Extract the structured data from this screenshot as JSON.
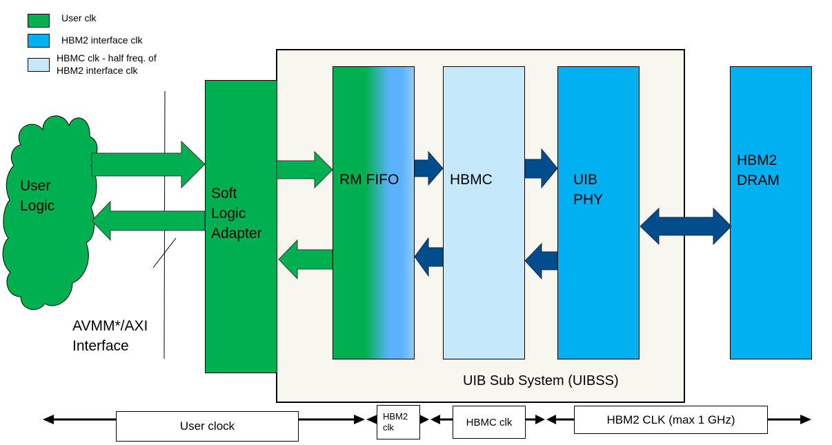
{
  "colors": {
    "user_clk": "#00B050",
    "hbm2_interface_clk": "#00B0F0",
    "hbmc_clk": "#C5E9FB",
    "arrow_dark": "#004C8C",
    "subsystem_bg": "#F8F7EF"
  },
  "legend": [
    {
      "label": "User clk",
      "color_key": "user_clk"
    },
    {
      "label": "HBM2  interface  clk",
      "color_key": "hbm2_interface_clk"
    },
    {
      "label": "HBMC clk - half freq. of\nHBM2 interface clk",
      "color_key": "hbmc_clk"
    }
  ],
  "blocks": {
    "user_logic": "User\nLogic",
    "soft_logic_adapter": "Soft\nLogic\nAdapter",
    "rm_fifo": "RM FIFO",
    "hbmc": "HBMC",
    "uib_phy": "UIB\nPHY",
    "hbm2_dram": "HBM2\nDRAM",
    "uib_subsystem": "UIB Sub System (UIBSS)"
  },
  "interface_label": "AVMM*/AXI\n Interface",
  "clock_domains": [
    {
      "label": "User clock"
    },
    {
      "label": "HBM2\nclk"
    },
    {
      "label": "HBMC clk"
    },
    {
      "label": "HBM2 CLK (max 1 GHz)"
    }
  ]
}
